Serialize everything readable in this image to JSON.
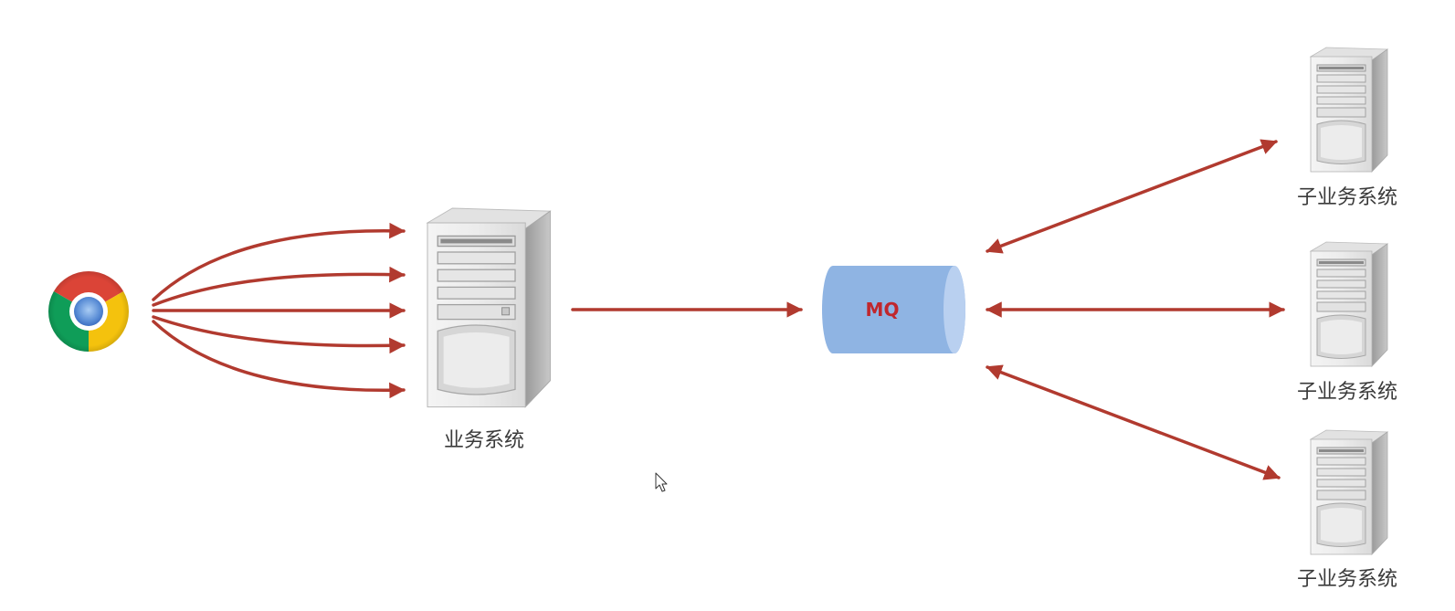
{
  "diagram": {
    "mq_label": "MQ",
    "business_system_label": "业务系统",
    "sub_systems": [
      {
        "label": "子业务系统"
      },
      {
        "label": "子业务系统"
      },
      {
        "label": "子业务系统"
      }
    ],
    "browser_icon": "chrome-browser-icon",
    "server_icon": "server-tower-icon",
    "colors": {
      "arrow": "#b13a2f",
      "mq_fill": "#8fb4e3",
      "mq_cap": "#b9d0f0",
      "mq_text": "#c0272d",
      "label_text": "#3a3a3a"
    }
  }
}
